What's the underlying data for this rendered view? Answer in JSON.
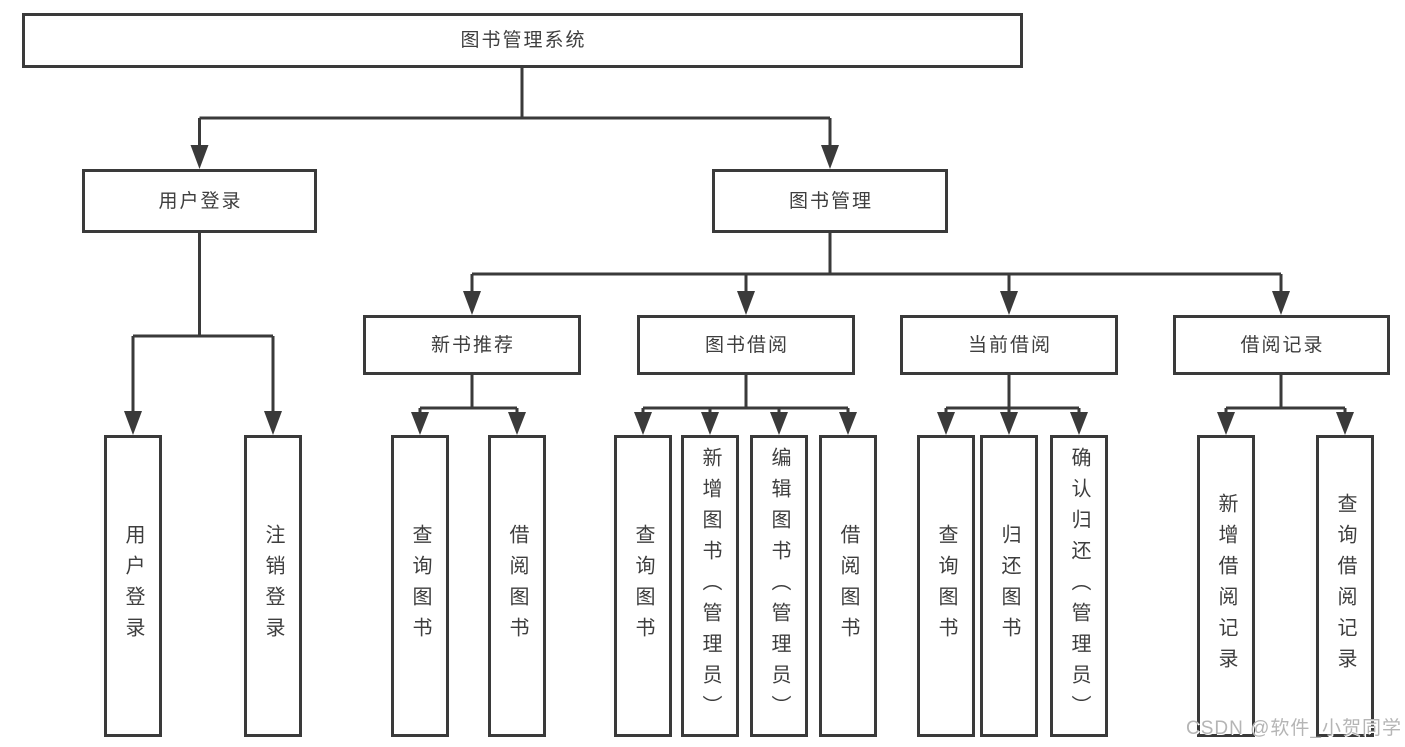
{
  "diagram": {
    "title_node": {
      "label": "图书管理系统"
    },
    "level2": [
      {
        "id": "user-login",
        "label": "用户登录"
      },
      {
        "id": "book-management",
        "label": "图书管理"
      }
    ],
    "level3": [
      {
        "id": "new-book-recommend",
        "label": "新书推荐"
      },
      {
        "id": "book-borrow",
        "label": "图书借阅"
      },
      {
        "id": "current-borrow",
        "label": "当前借阅"
      },
      {
        "id": "borrow-records",
        "label": "借阅记录"
      }
    ],
    "leaves": [
      {
        "group": "user-login",
        "label": "用户登录"
      },
      {
        "group": "user-login",
        "label": "注销登录"
      },
      {
        "group": "new-book-recommend",
        "label": "查询图书"
      },
      {
        "group": "new-book-recommend",
        "label": "借阅图书"
      },
      {
        "group": "book-borrow",
        "label": "查询图书"
      },
      {
        "group": "book-borrow",
        "label": "新增图书（管理员）"
      },
      {
        "group": "book-borrow",
        "label": "编辑图书（管理员）"
      },
      {
        "group": "book-borrow",
        "label": "借阅图书"
      },
      {
        "group": "current-borrow",
        "label": "查询图书"
      },
      {
        "group": "current-borrow",
        "label": "归还图书"
      },
      {
        "group": "current-borrow",
        "label": "确认归还（管理员）"
      },
      {
        "group": "borrow-records",
        "label": "新增借阅记录"
      },
      {
        "group": "borrow-records",
        "label": "查询借阅记录"
      }
    ],
    "colors": {
      "line": "#3a3a3a",
      "text": "#3e3e3e",
      "watermark": "#b5b5b5",
      "background": "#ffffff"
    },
    "watermark": "CSDN @软件_小贺同学"
  }
}
